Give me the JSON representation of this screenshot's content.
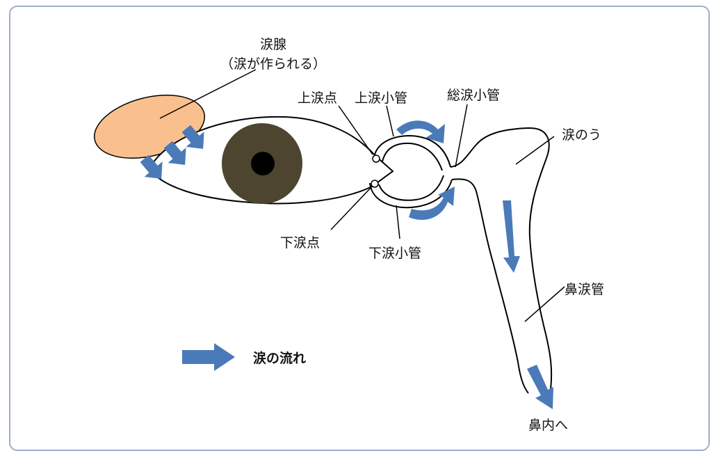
{
  "labels": {
    "lacrimal_gland": "涙腺",
    "lacrimal_gland_note": "（涙が作られる）",
    "upper_punctum": "上涙点",
    "upper_canaliculus": "上涙小管",
    "common_canaliculus": "総涙小管",
    "lacrimal_sac": "涙のう",
    "lower_punctum": "下涙点",
    "lower_canaliculus": "下涙小管",
    "nasolacrimal_duct": "鼻涙管",
    "to_nose": "鼻内へ"
  },
  "legend": {
    "label": "涙の流れ"
  },
  "colors": {
    "gland": "#f9c08e",
    "iris": "#4d4530",
    "pupil": "#000000",
    "arrow": "#4a7ab8",
    "frame": "#9aaecb",
    "outline": "#000000"
  }
}
